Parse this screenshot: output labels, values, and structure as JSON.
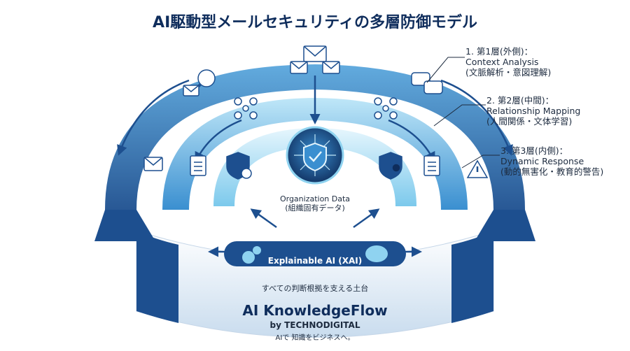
{
  "title": "AI駆動型メールセキュリティの多層防御モデル",
  "layers": [
    {
      "line1": "1. 第1層(外側)：",
      "line2": "Context Analysis",
      "line3": "(文脈解析・意図理解)"
    },
    {
      "line1": "2. 第2層(中間)：",
      "line2": "Relationship Mapping",
      "line3": "(人間関係・文体学習)"
    },
    {
      "line1": "3. 第3層(内側)：",
      "line2": "Dynamic Response",
      "line3": "(動的無害化・教育的警告)"
    }
  ],
  "center": {
    "line1": "Organization Data",
    "line2": "(組織固有データ)"
  },
  "xai": {
    "label": "Explainable AI (XAI)",
    "caption": "すべての判断根拠を支える土台"
  },
  "brand": {
    "name": "AI KnowledgeFlow",
    "by": "by TECHNODIGITAL",
    "tagline": "AIで 知識をビジネスへ。"
  },
  "colors": {
    "dark": "#1d4f8f",
    "mid": "#3a8fd0",
    "light": "#8fd3f0",
    "pale": "#d8f0fb",
    "navy": "#0f2d5c"
  },
  "icons": [
    "mail-icon",
    "magnifier-icon",
    "network-icon",
    "document-icon",
    "shield-question-icon",
    "shield-check-icon",
    "shield-bug-icon",
    "chat-icon",
    "warning-icon",
    "gear-icon",
    "brain-icon"
  ]
}
